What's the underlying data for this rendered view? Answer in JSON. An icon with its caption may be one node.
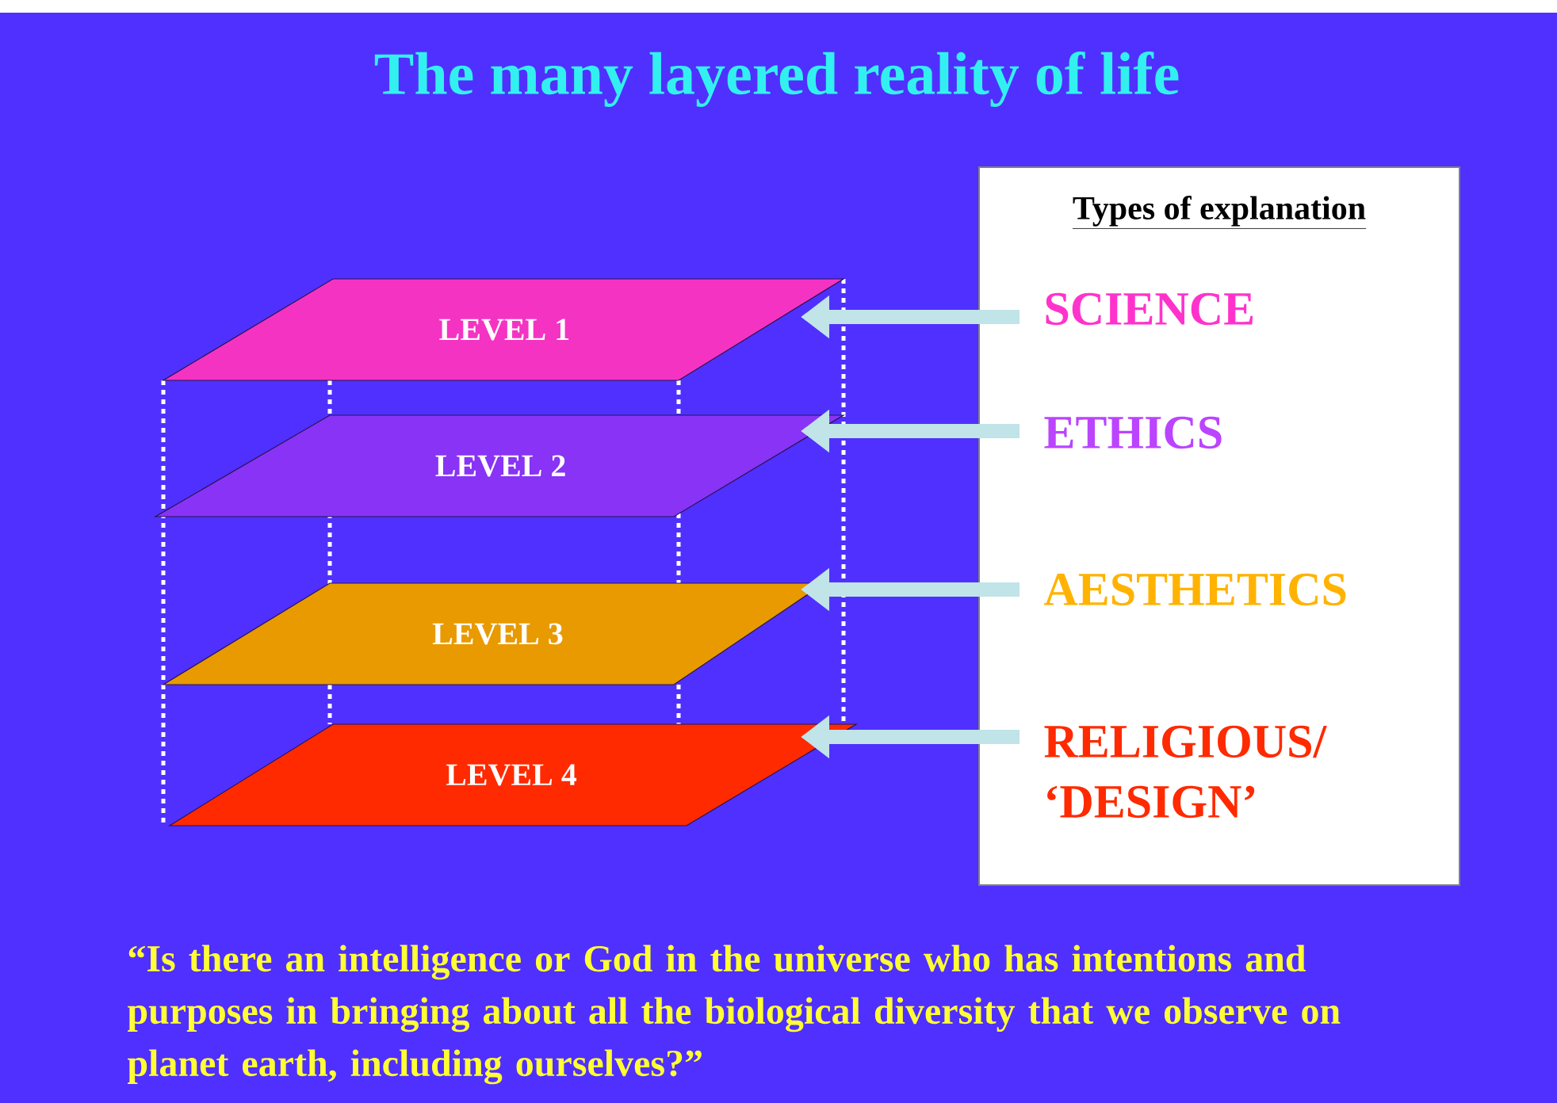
{
  "diagram": {
    "title": "The many layered reality of life",
    "nodes": [
      {
        "text": [
          "LEVEL 1"
        ]
      },
      {
        "text": [
          "LEVEL 2"
        ]
      },
      {
        "text": [
          "LEVEL 3"
        ]
      },
      {
        "text": [
          "LEVEL 4"
        ]
      },
      {
        "text": [
          "Types of explanation"
        ]
      },
      {
        "text": [
          "SCIENCE"
        ],
        "in": 4
      },
      {
        "text": [
          "ETHICS"
        ],
        "in": 4
      },
      {
        "text": [
          "AESTHETICS"
        ],
        "in": 4
      },
      {
        "text": [
          "RELIGIOUS/ ‘DESIGN’"
        ],
        "in": 4
      }
    ],
    "edges": [
      {
        "from": 5,
        "to": 0,
        "arrow": "to"
      },
      {
        "from": 6,
        "to": 1,
        "arrow": "to"
      },
      {
        "from": 7,
        "to": 2,
        "arrow": "to"
      },
      {
        "from": 8,
        "to": 3,
        "arrow": "to"
      }
    ],
    "labels": [
      "“Is there an intelligence or God in the universe who has intentions and purposes in bringing about all the biological diversity that we observe on planet earth, including ourselves?”"
    ]
  }
}
